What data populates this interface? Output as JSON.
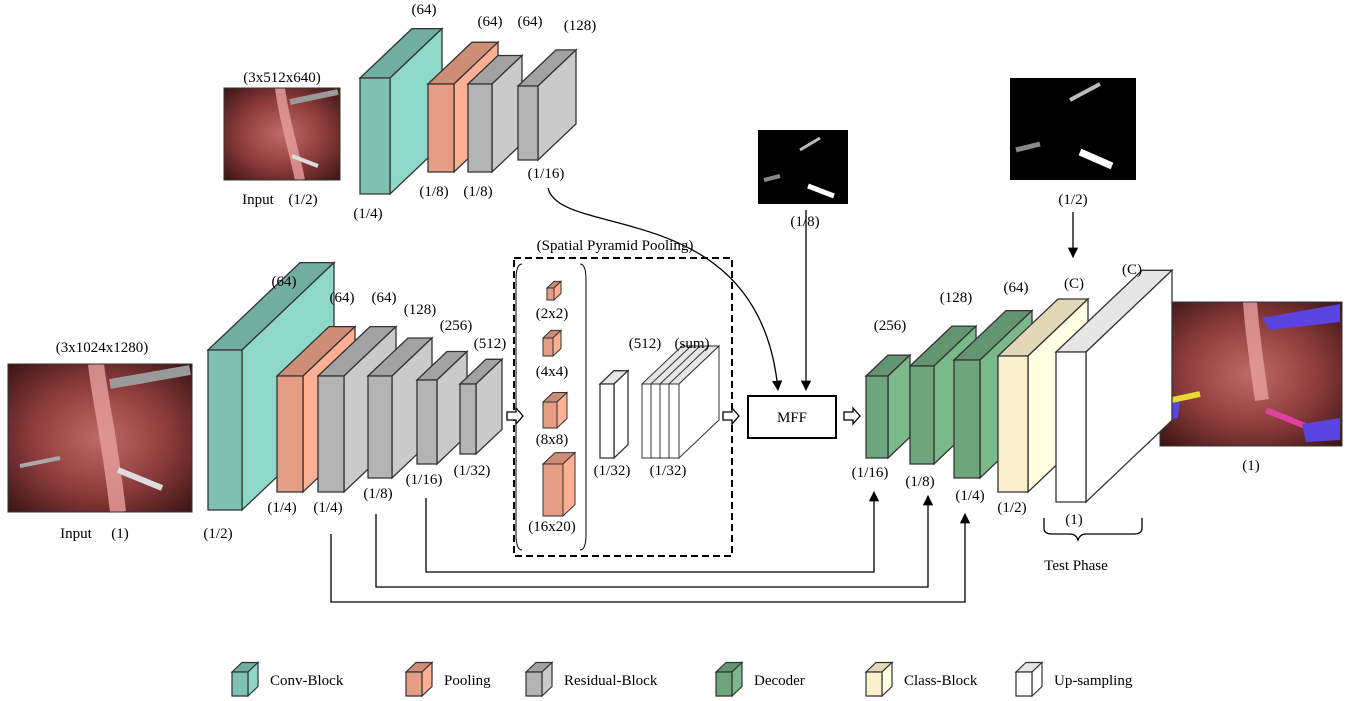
{
  "colors": {
    "conv": "#7ec1b3",
    "pool": "#e59d84",
    "residual": "#b4b4b4",
    "decoder": "#6ea57c",
    "class": "#fbf0cc",
    "upsample": "#ffffff"
  },
  "top_branch": {
    "input_dim": "(3x512x640)",
    "input_label": "Input",
    "input_scale": "(1/2)",
    "channels": [
      "(64)",
      "(64)",
      "(64)",
      "(128)"
    ],
    "scales": [
      "(1/4)",
      "(1/8)",
      "(1/8)",
      "(1/16)"
    ]
  },
  "main_branch": {
    "input_dim": "(3x1024x1280)",
    "input_label": "Input",
    "input_scale": "(1)",
    "channels": [
      "(64)",
      "(64)",
      "(64)",
      "(128)",
      "(256)",
      "(512)"
    ],
    "scales": [
      "(1/2)",
      "(1/4)",
      "(1/4)",
      "(1/8)",
      "(1/16)",
      "(1/32)"
    ]
  },
  "spp": {
    "title": "(Spatial Pyramid Pooling)",
    "levels": [
      "(2x2)",
      "(4x4)",
      "(8x8)",
      "(16x20)"
    ],
    "upsample_channels": "(512)",
    "sum_label": "(sum)",
    "scales": [
      "(1/32)",
      "(1/32)"
    ]
  },
  "mff": {
    "label": "MFF",
    "mask_scale": "(1/8)"
  },
  "decoder": {
    "channels": [
      "(256)",
      "(128)",
      "(64)",
      "(C)",
      "(C)"
    ],
    "scales": [
      "(1/16)",
      "(1/8)",
      "(1/4)",
      "(1/2)",
      "(1)"
    ],
    "top_mask_scale": "(1/2)",
    "output_scale": "(1)",
    "test_phase": "Test Phase"
  },
  "legend": [
    {
      "label": "Conv-Block",
      "color": "#7ec1b3"
    },
    {
      "label": "Pooling",
      "color": "#e59d84"
    },
    {
      "label": "Residual-Block",
      "color": "#b4b4b4"
    },
    {
      "label": "Decoder",
      "color": "#6ea57c"
    },
    {
      "label": "Class-Block",
      "color": "#fbf0cc"
    },
    {
      "label": "Up-sampling",
      "color": "#ffffff"
    }
  ]
}
